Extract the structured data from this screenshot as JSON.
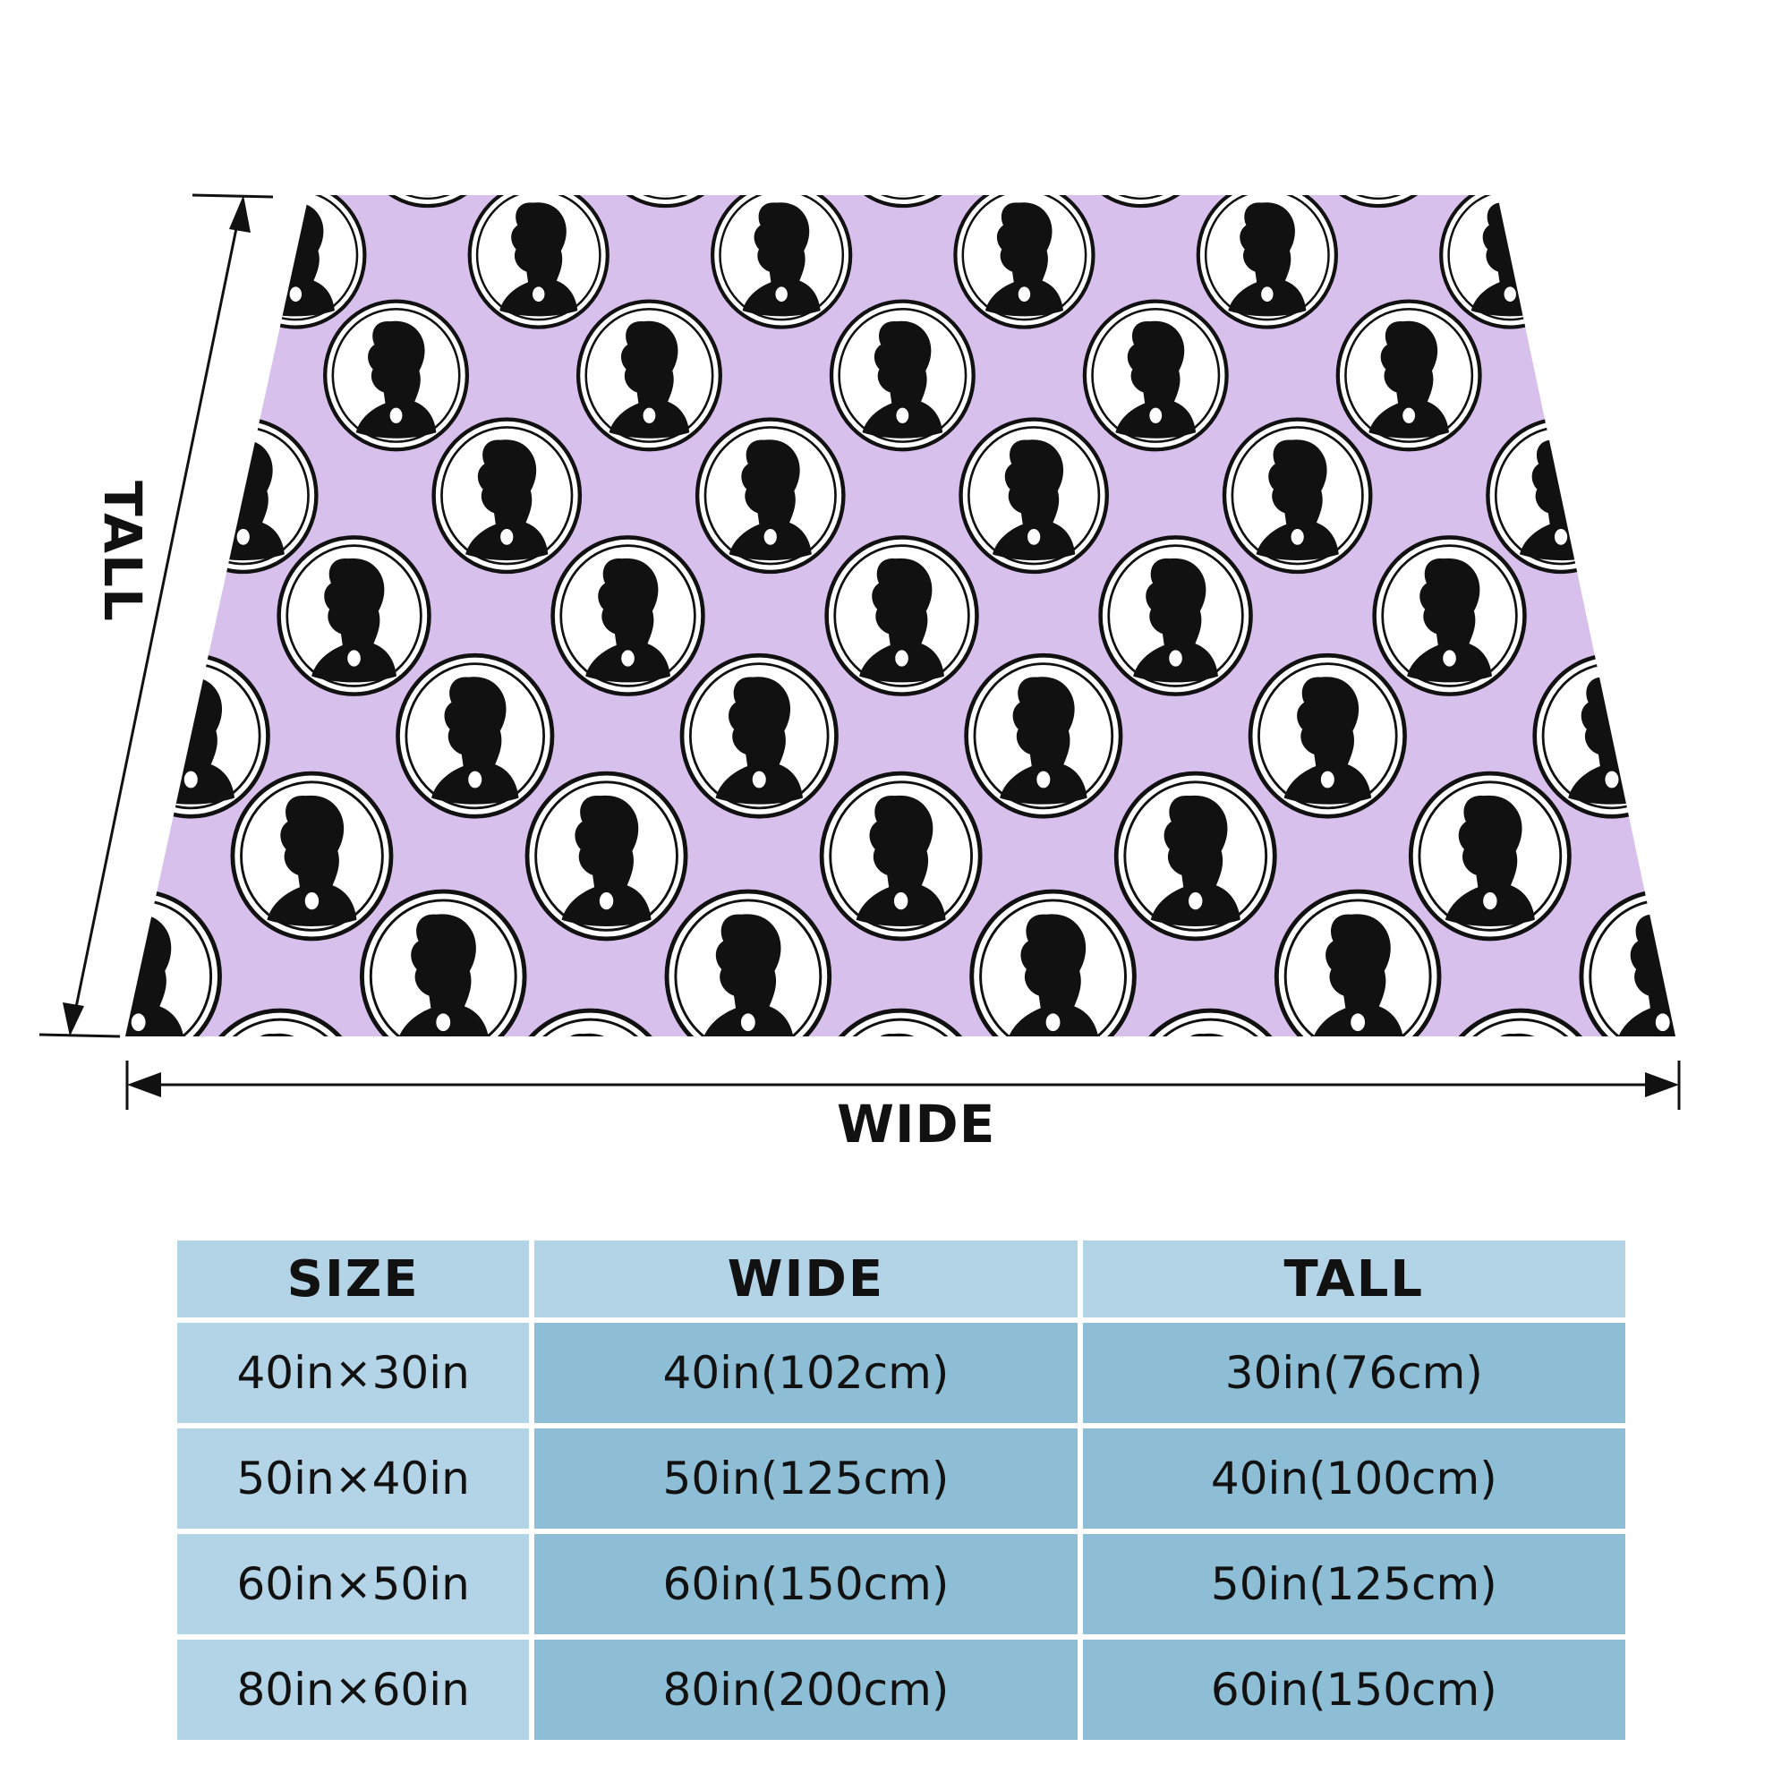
{
  "colors": {
    "blanket_background": "#d8c0ec",
    "cameo_frame": "#ffffff",
    "silhouette": "#111111",
    "table_header": "#b3d3e6",
    "table_size_column": "#b3d3e6",
    "table_dimension_columns": "#8dbed6"
  },
  "icons": {
    "pattern": "woman-silhouette-cameo-icon",
    "arrows": "double-headed-arrow-icon"
  },
  "dimension_labels": {
    "wide": "WIDE",
    "tall": "TALL"
  },
  "size_table": {
    "headers": [
      "SIZE",
      "WIDE",
      "TALL"
    ],
    "rows": [
      [
        "40in×30in",
        "40in(102cm)",
        "30in(76cm)"
      ],
      [
        "50in×40in",
        "50in(125cm)",
        "40in(100cm)"
      ],
      [
        "60in×50in",
        "60in(150cm)",
        "50in(125cm)"
      ],
      [
        "80in×60in",
        "80in(200cm)",
        "60in(150cm)"
      ]
    ]
  }
}
